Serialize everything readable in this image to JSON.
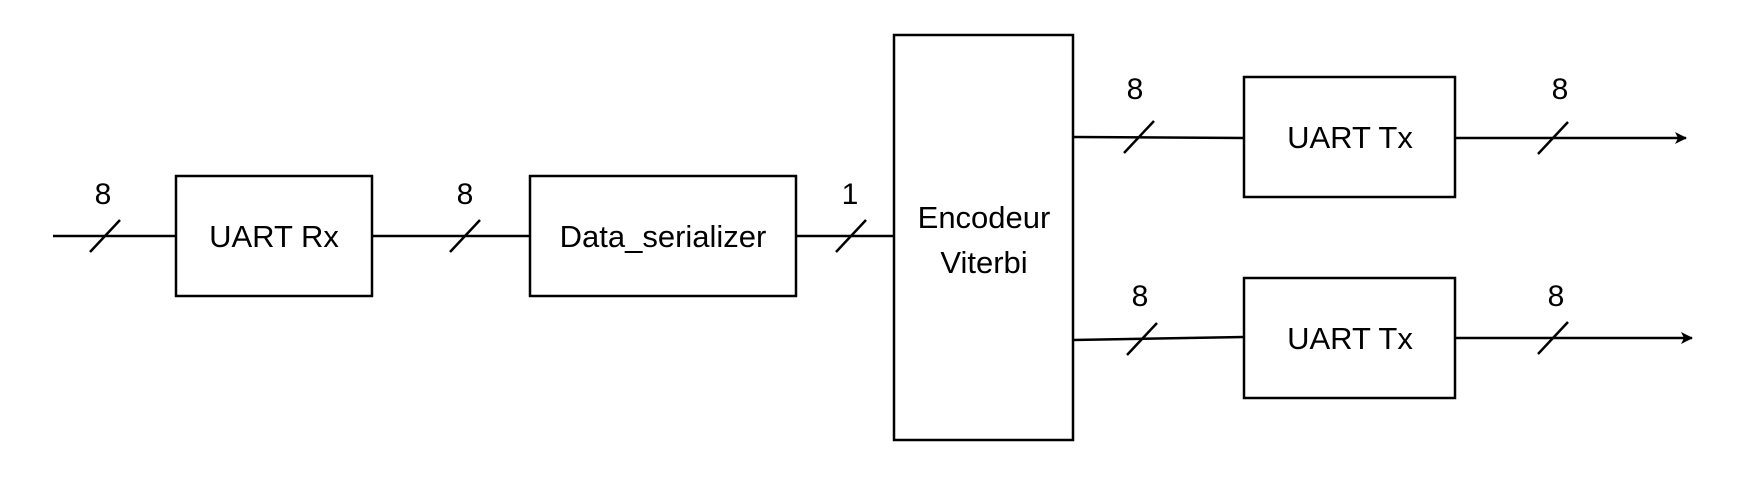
{
  "diagram": {
    "line_color": "#000000",
    "fill_color": "#ffffff",
    "blocks": {
      "uart_rx": "UART Rx",
      "data_serializer": "Data_serializer",
      "encoder_line1": "Encodeur",
      "encoder_line2": "Viterbi",
      "uart_tx_top": "UART Tx",
      "uart_tx_bottom": "UART Tx"
    },
    "bus_widths": {
      "input": "8",
      "rx_to_serializer": "8",
      "serializer_to_encoder": "1",
      "encoder_to_tx_top": "8",
      "encoder_to_tx_bottom": "8",
      "tx_top_output": "8",
      "tx_bottom_output": "8"
    }
  }
}
